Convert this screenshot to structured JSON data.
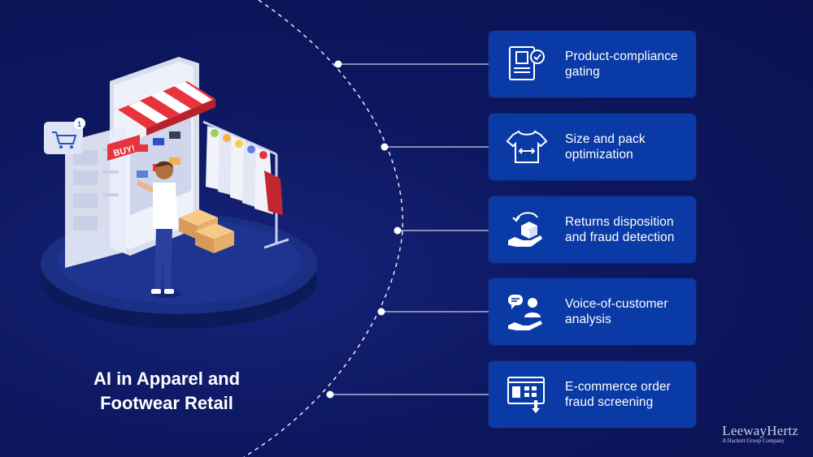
{
  "title_line1": "AI in Apparel and",
  "title_line2": "Footwear Retail",
  "store_sign": "BUY!",
  "cart_badge": "1",
  "items": [
    {
      "label": "Product-compliance gating",
      "icon": "certificate-icon"
    },
    {
      "label": "Size and pack optimization",
      "icon": "tshirt-size-icon"
    },
    {
      "label": "Returns disposition and fraud detection",
      "icon": "return-box-hand-icon"
    },
    {
      "label": "Voice-of-customer analysis",
      "icon": "customer-feedback-icon"
    },
    {
      "label": "E-commerce order fraud screening",
      "icon": "ecommerce-order-icon"
    }
  ],
  "brand": {
    "name": "LeewayHertz",
    "sub": "A Hackett Group Company"
  },
  "colors": {
    "background": "#0d1760",
    "card": "#0a3aa6",
    "accent": "#e8323c"
  }
}
